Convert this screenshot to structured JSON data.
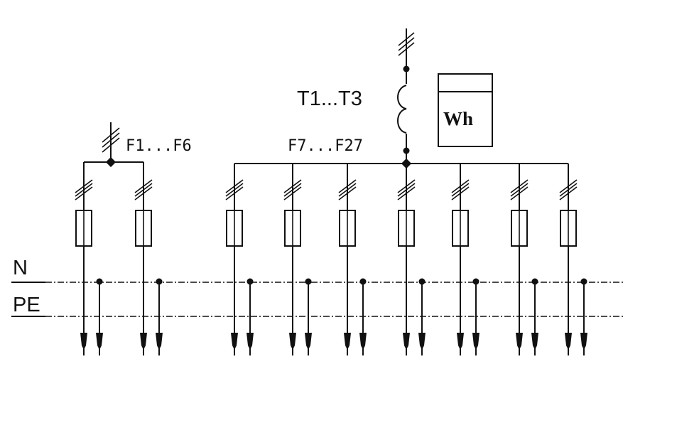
{
  "labels": {
    "neutral": "N",
    "protective_earth": "PE",
    "transformers": "T1...T3",
    "meter": "Wh",
    "group_left": "F1...F6",
    "group_right": "F7...F27"
  },
  "feeders": {
    "left_count": 2,
    "right_count": 7
  }
}
